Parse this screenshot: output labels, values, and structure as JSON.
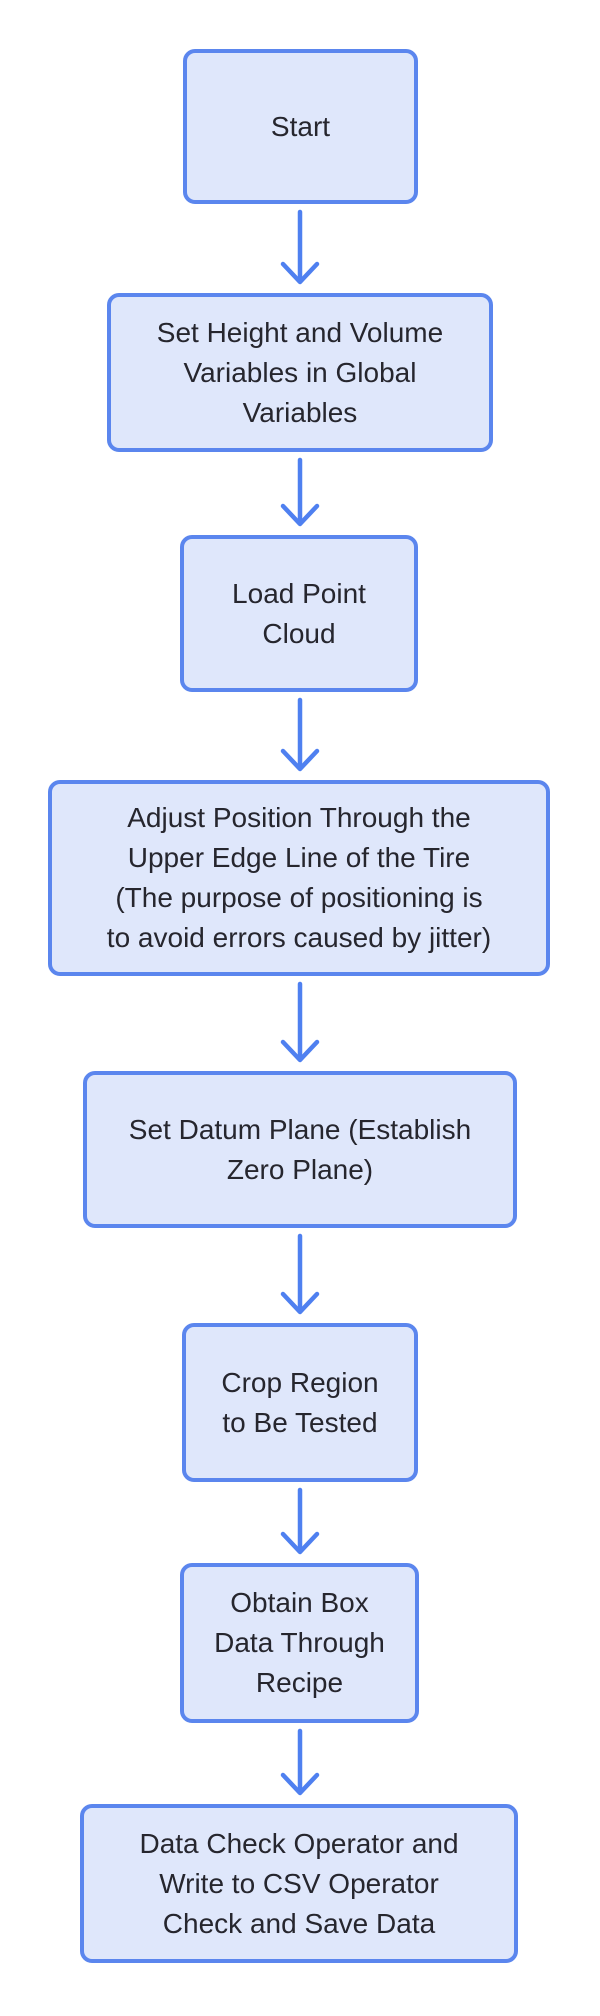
{
  "diagram": {
    "type": "flowchart",
    "direction": "top-down",
    "colors": {
      "node_fill": "#dfe7fb",
      "node_border": "#5b86ee",
      "arrow": "#4f80f0",
      "text": "#26262e",
      "background": "#ffffff"
    },
    "nodes": [
      {
        "id": "start",
        "label": "Start"
      },
      {
        "id": "set-variables",
        "label": "Set Height and Volume\nVariables in Global\nVariables"
      },
      {
        "id": "load-point-cloud",
        "label": "Load Point\nCloud"
      },
      {
        "id": "adjust-position",
        "label": "Adjust Position Through the\nUpper Edge Line of the Tire\n(The purpose of positioning is\nto avoid errors caused by jitter)"
      },
      {
        "id": "set-datum-plane",
        "label": "Set Datum Plane (Establish\nZero Plane)"
      },
      {
        "id": "crop-region",
        "label": "Crop Region\nto Be Tested"
      },
      {
        "id": "obtain-box-data",
        "label": "Obtain Box\nData Through\nRecipe"
      },
      {
        "id": "data-check-save",
        "label": "Data Check Operator and\nWrite to CSV Operator\nCheck and Save Data"
      }
    ],
    "edges": [
      {
        "from": "start",
        "to": "set-variables"
      },
      {
        "from": "set-variables",
        "to": "load-point-cloud"
      },
      {
        "from": "load-point-cloud",
        "to": "adjust-position"
      },
      {
        "from": "adjust-position",
        "to": "set-datum-plane"
      },
      {
        "from": "set-datum-plane",
        "to": "crop-region"
      },
      {
        "from": "crop-region",
        "to": "obtain-box-data"
      },
      {
        "from": "obtain-box-data",
        "to": "data-check-save"
      }
    ]
  }
}
